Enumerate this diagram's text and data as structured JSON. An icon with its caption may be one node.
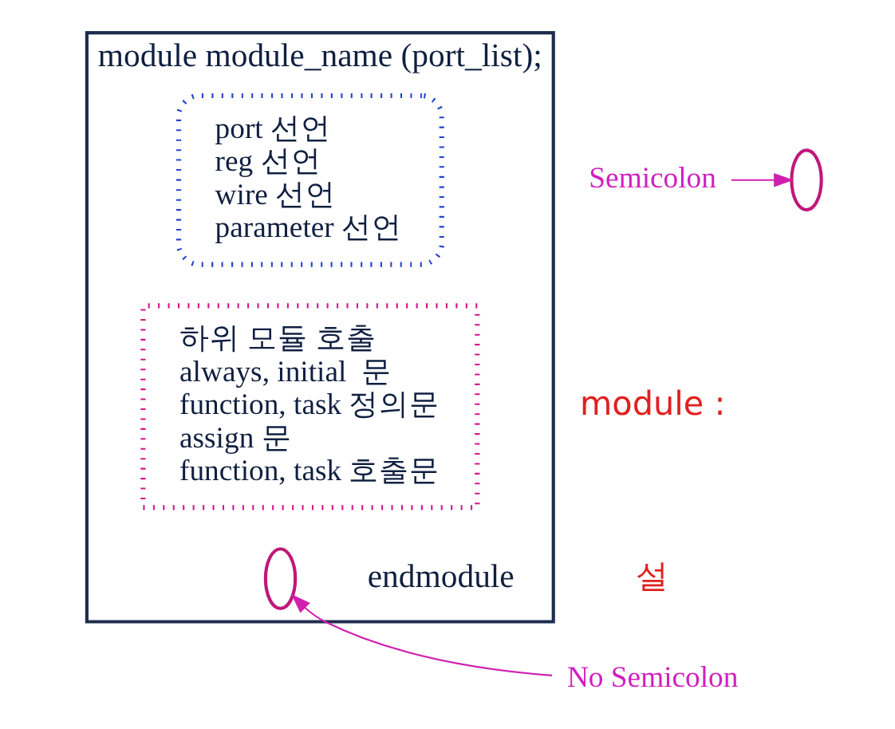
{
  "diagram": {
    "nodes": [
      {
        "text": [
          "module module_name (port_list);",
          "endmodule"
        ]
      },
      {
        "text": [],
        "shape": "ellipse"
      },
      {
        "text": [
          "Semicolon"
        ]
      },
      {
        "text": [
          "port 선언",
          "reg 선언",
          "wire 선언",
          "parameter 선언"
        ],
        "in": 0
      },
      {
        "text": [
          "하위 모듈 호출",
          "always, initial  문",
          "function, task 정의문",
          "assign 문",
          "function, task 호출문"
        ],
        "in": 0
      },
      {
        "text": [],
        "shape": "ellipse",
        "in": 0
      },
      {
        "text": [
          "No Semicolon"
        ]
      }
    ],
    "edges": [
      {
        "from": 2,
        "to": 1,
        "arrow": "to",
        "color": "#d020b0"
      },
      {
        "from": 6,
        "to": 5,
        "arrow": "to",
        "color": "#d020b0"
      }
    ],
    "labels": [
      "module :",
      "설"
    ]
  }
}
